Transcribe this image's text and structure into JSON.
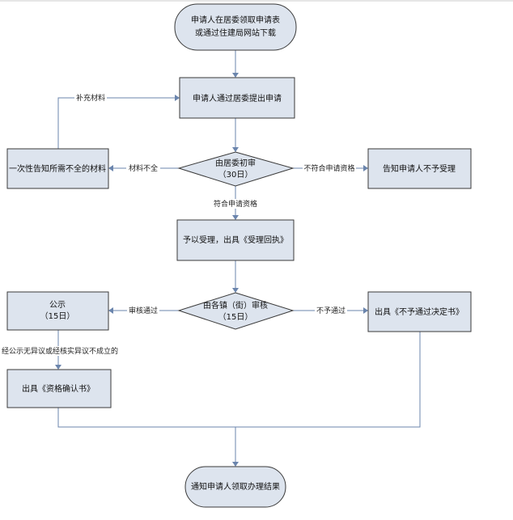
{
  "nodes": {
    "start": [
      "申请人在居委领取申请表",
      "或通过住建局网站下载"
    ],
    "submit": [
      "申请人通过居委提出申请"
    ],
    "initial_review": [
      "由居委初审",
      "（30日）"
    ],
    "notify_missing": [
      "一次性告知所需不全的材料"
    ],
    "reject_notice": [
      "告知申请人不予受理"
    ],
    "accept": [
      "予以受理，出具《受理回执》"
    ],
    "street_review": [
      "由各镇（街）审核",
      "（15日）"
    ],
    "publicize": [
      "公示",
      "（15日）"
    ],
    "not_approved": [
      "出具《不予通过决定书》"
    ],
    "confirm": [
      "出具《资格确认书》"
    ],
    "end": [
      "通知申请人领取办理结果"
    ]
  },
  "edges": {
    "supplement": "补充材料",
    "incomplete": "材料不全",
    "not_qualified": "不符合申请资格",
    "qualified": "符合申请资格",
    "passed": "审核通过",
    "not_passed": "不予通过",
    "no_objection": "经公示无异议或经核实异议不成立的"
  }
}
